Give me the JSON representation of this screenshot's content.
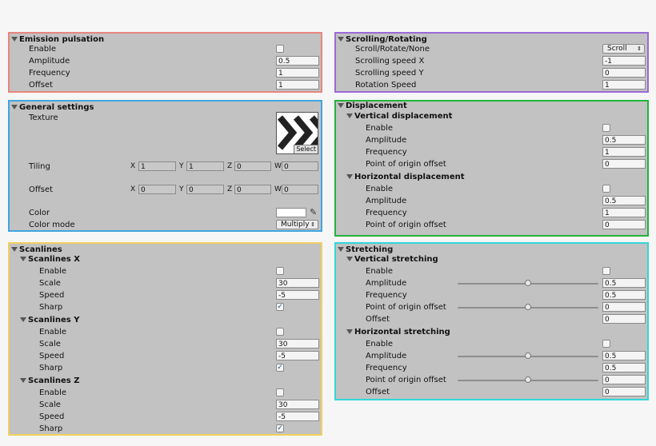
{
  "emission": {
    "title": "Emission pulsation",
    "enable_label": "Enable",
    "enable_checked": false,
    "amplitude_label": "Amplitude",
    "amplitude_value": "0.5",
    "frequency_label": "Frequency",
    "frequency_value": "1",
    "offset_label": "Offset",
    "offset_value": "1"
  },
  "general": {
    "title": "General settings",
    "texture_label": "Texture",
    "texture_select": "Select",
    "tiling_label": "Tiling",
    "offset_label": "Offset",
    "axis_x": "X",
    "axis_y": "Y",
    "axis_z": "Z",
    "axis_w": "W",
    "tiling": {
      "x": "1",
      "y": "1",
      "z": "0",
      "w": "0"
    },
    "offset": {
      "x": "0",
      "y": "0",
      "z": "0",
      "w": "0"
    },
    "color_label": "Color",
    "color_value": "#ffffff",
    "color_mode_label": "Color mode",
    "color_mode_value": "Multiply"
  },
  "scanlines": {
    "title": "Scanlines",
    "x": {
      "title": "Scanlines X",
      "enable_label": "Enable",
      "enable": false,
      "scale_label": "Scale",
      "scale": "30",
      "speed_label": "Speed",
      "speed": "-5",
      "sharp_label": "Sharp",
      "sharp": true
    },
    "y": {
      "title": "Scanlines Y",
      "enable_label": "Enable",
      "enable": false,
      "scale_label": "Scale",
      "scale": "30",
      "speed_label": "Speed",
      "speed": "-5",
      "sharp_label": "Sharp",
      "sharp": true
    },
    "z": {
      "title": "Scanlines Z",
      "enable_label": "Enable",
      "enable": false,
      "scale_label": "Scale",
      "scale": "30",
      "speed_label": "Speed",
      "speed": "-5",
      "sharp_label": "Sharp",
      "sharp": true
    }
  },
  "scrolling": {
    "title": "Scrolling/Rotating",
    "mode_label": "Scroll/Rotate/None",
    "mode_value": "Scroll",
    "speed_x_label": "Scrolling speed X",
    "speed_x_value": "-1",
    "speed_y_label": "Scrolling speed Y",
    "speed_y_value": "0",
    "rotation_label": "Rotation Speed",
    "rotation_value": "1"
  },
  "displacement": {
    "title": "Displacement",
    "vertical": {
      "title": "Vertical displacement",
      "enable_label": "Enable",
      "enable": false,
      "amplitude_label": "Amplitude",
      "amplitude": "0.5",
      "frequency_label": "Frequency",
      "frequency": "1",
      "origin_label": "Point of origin offset",
      "origin": "0"
    },
    "horizontal": {
      "title": "Horizontal displacement",
      "enable_label": "Enable",
      "enable": false,
      "amplitude_label": "Amplitude",
      "amplitude": "0.5",
      "frequency_label": "Frequency",
      "frequency": "1",
      "origin_label": "Point of origin offset",
      "origin": "0"
    }
  },
  "stretching": {
    "title": "Stretching",
    "vertical": {
      "title": "Vertical stretching",
      "enable_label": "Enable",
      "enable": false,
      "amplitude_label": "Amplitude",
      "amplitude": "0.5",
      "frequency_label": "Frequency",
      "frequency": "0.5",
      "origin_label": "Point of origin offset",
      "origin": "0",
      "offset_label": "Offset",
      "offset": "0"
    },
    "horizontal": {
      "title": "Horizontal stretching",
      "enable_label": "Enable",
      "enable": false,
      "amplitude_label": "Amplitude",
      "amplitude": "0.5",
      "frequency_label": "Frequency",
      "frequency": "0.5",
      "origin_label": "Point of origin offset",
      "origin": "0",
      "offset_label": "Offset",
      "offset": "0"
    }
  }
}
